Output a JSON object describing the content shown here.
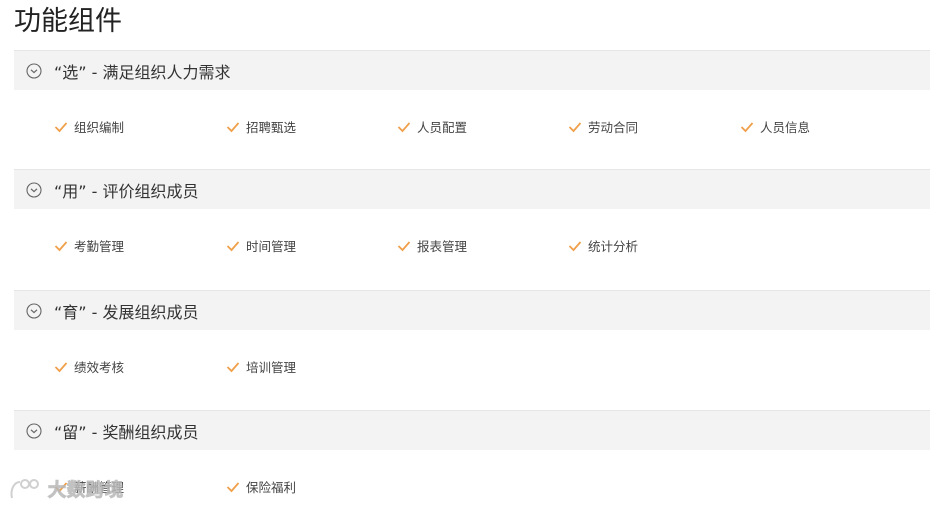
{
  "page_title": "功能组件",
  "accent_color": "#f0a04b",
  "sections": [
    {
      "title": "“选” - 满足组织人力需求",
      "icon": "chevron-down-circle-icon",
      "items": [
        "组织编制",
        "招聘甄选",
        "人员配置",
        "劳动合同",
        "人员信息"
      ]
    },
    {
      "title": "“用” - 评价组织成员",
      "icon": "chevron-down-circle-icon",
      "items": [
        "考勤管理",
        "时间管理",
        "报表管理",
        "统计分析"
      ]
    },
    {
      "title": "“育” - 发展组织成员",
      "icon": "chevron-down-circle-icon",
      "items": [
        "绩效考核",
        "培训管理"
      ]
    },
    {
      "title": "“留” - 奖酬组织成员",
      "icon": "chevron-down-circle-icon",
      "items": [
        "薪酬管理",
        "保险福利"
      ]
    }
  ],
  "watermark": {
    "text": "大数跨境",
    "icon": "logo-icon"
  }
}
